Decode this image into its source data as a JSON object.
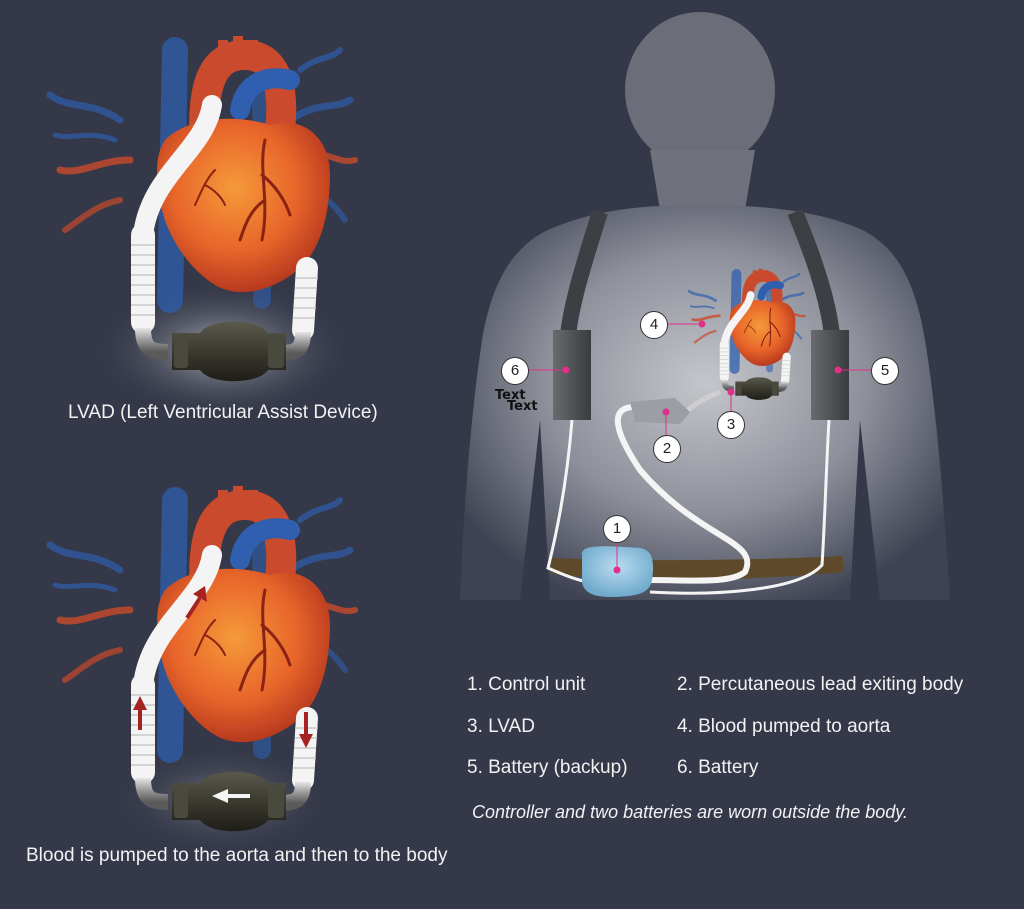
{
  "captions": {
    "top": "LVAD  (Left Ventricular Assist Device)",
    "bottom": "Blood is pumped to the aorta and then to the body"
  },
  "legend": [
    "1. Control unit",
    "2. Percutaneous lead exiting body",
    "3. LVAD",
    "4. Blood pumped to aorta",
    "5. Battery (backup)",
    "6. Battery"
  ],
  "note": "Controller and two batteries are worn outside the body.",
  "markers": [
    "1",
    "2",
    "3",
    "4",
    "5",
    "6"
  ],
  "placeholder_text": [
    "Text",
    "Text"
  ],
  "colors": {
    "background": "#343848",
    "heart": "#e8652a",
    "artery": "#c94a2c",
    "vein": "#2f5fae",
    "pump": "#3b3a30",
    "controller": "#8fc3e0",
    "belt": "#5e4a2a",
    "marker_dot": "#e0308a"
  }
}
